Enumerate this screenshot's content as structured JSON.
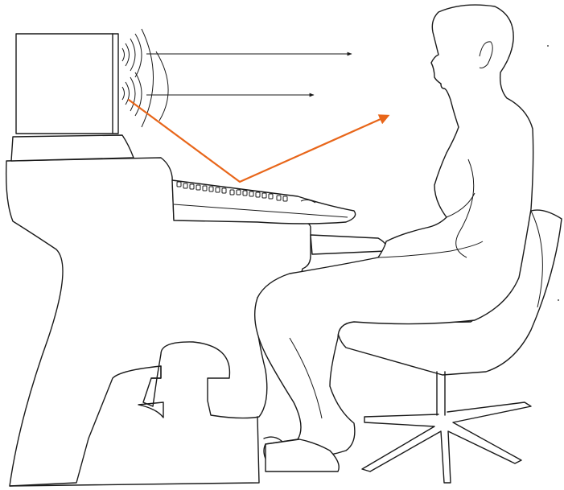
{
  "diagram": {
    "colors": {
      "line": "#1a1a1a",
      "reflection": "#e8661a",
      "background": "#ffffff"
    },
    "elements": [
      "studio-monitor-speaker",
      "sound-waves",
      "direct-sound-arrows",
      "reflected-sound-arrow",
      "mixing-desk",
      "mixing-console-faders",
      "listener-seated",
      "office-chair"
    ]
  }
}
